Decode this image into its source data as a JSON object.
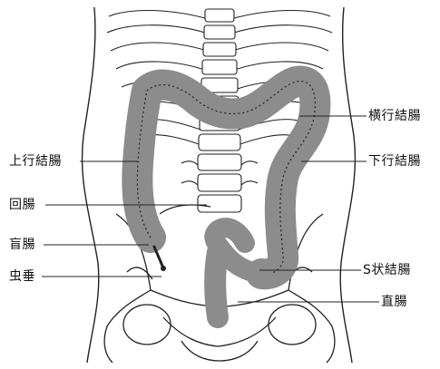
{
  "colors": {
    "line": "#222222",
    "colon": "#8c8c8c",
    "colon_dark": "#5e5e5e",
    "background": "#ffffff"
  },
  "labels": {
    "transverse_colon": "横行結腸",
    "ascending_colon": "上行結腸",
    "descending_colon": "下行結腸",
    "ileum": "回腸",
    "cecum": "盲腸",
    "appendix": "虫垂",
    "sigmoid_colon": "S状結腸",
    "rectum": "直腸"
  }
}
